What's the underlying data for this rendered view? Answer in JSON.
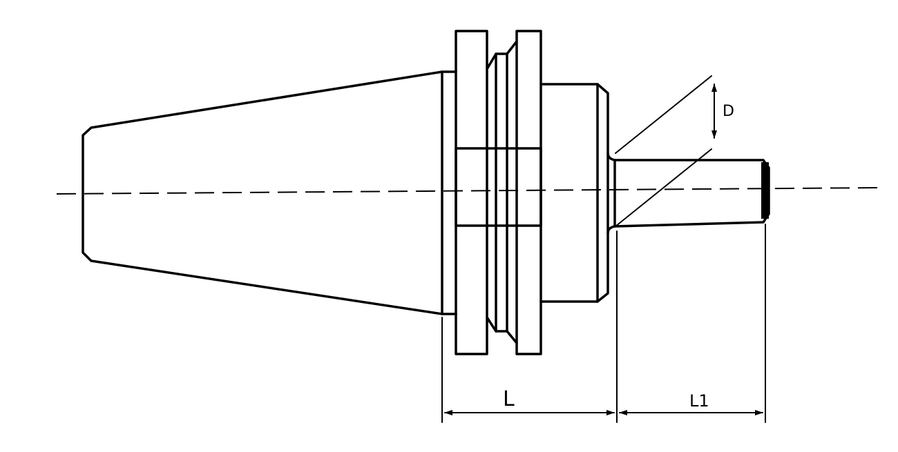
{
  "labels": {
    "diameter": "D",
    "length": "L",
    "length_tip": "L1"
  }
}
